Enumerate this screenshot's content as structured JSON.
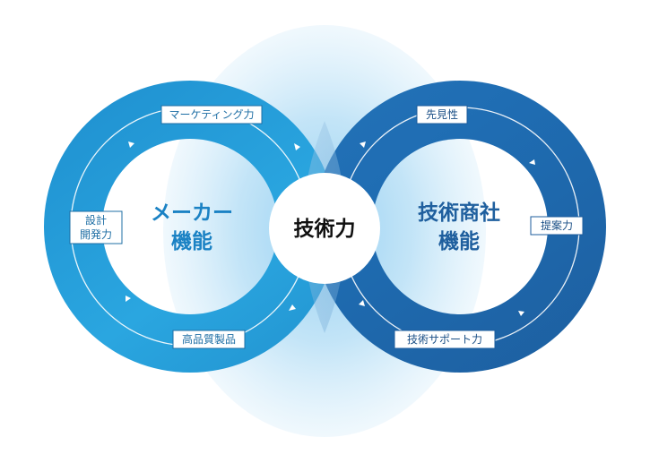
{
  "diagram": {
    "center_label": "技術力",
    "left_loop": {
      "title_lines": [
        "メーカー",
        "機能"
      ],
      "tags": {
        "top": "マーケティング力",
        "left": [
          "設計",
          "開発力"
        ],
        "bottom": "高品質製品"
      }
    },
    "right_loop": {
      "title_lines": [
        "技術商社",
        "機能"
      ],
      "tags": {
        "top": "先見性",
        "right": "提案力",
        "bottom": "技術サポート力"
      }
    },
    "colors": {
      "left_ring_light": "#43b6e6",
      "left_ring_dark": "#1473b4",
      "right_ring_light": "#2f7fc0",
      "right_ring_dark": "#1d5c9c",
      "halo": "#cfe9f8",
      "tag_border": "#1f6fa5"
    }
  }
}
